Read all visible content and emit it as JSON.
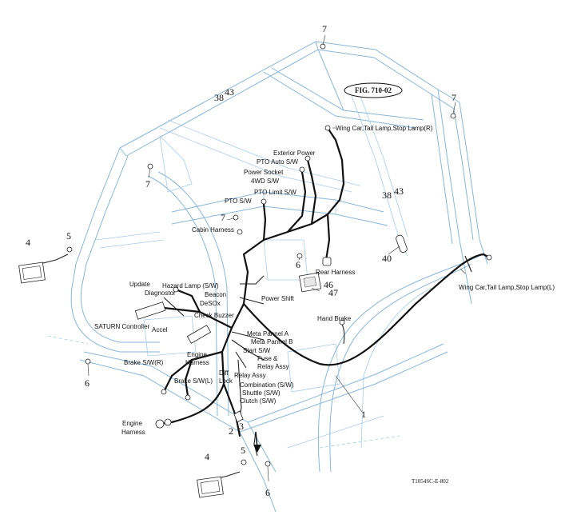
{
  "figure": {
    "title": "FIG. 710-02",
    "code": "T1054SC-E-802"
  },
  "callouts": {
    "c1": "1",
    "c2": "2",
    "c3": "3",
    "c4a": "4",
    "c4b": "4",
    "c5a": "5",
    "c5b": "5",
    "c6a": "6",
    "c6b": "6",
    "c6c": "6",
    "c7a": "7",
    "c7b": "7",
    "c7c": "7",
    "c7d": "7",
    "c38a": "38",
    "c38b": "38",
    "c40": "40",
    "c43a": "43",
    "c43b": "43",
    "c46": "46",
    "c47": "47"
  },
  "labels": {
    "wing_r": "Wing Car,Tail Lamp,Stop Lamp(R)",
    "wing_l": "Wing Car,Tail Lamp,Stop Lamp(L)",
    "exterior_power": "Exterior Power",
    "pto_auto": "PTO Auto S/W",
    "power_socket": "Power Socket",
    "wd4": "4WD S/W",
    "pto_limit": "PTO Limit S/W",
    "pto_sw": "PTO S/W",
    "cabin_harness": "Cabin Harness",
    "rear_harness": "Rear Harness",
    "update": "Update",
    "hazard": "Hazard Lamp (S/W)",
    "diagnostor": "Diagnostor",
    "beacon": "Beacon",
    "desox": "DeSOx",
    "power_shift": "Power Shift",
    "check_buzzer": "Check Buzzer",
    "saturn": "SATURN Controller",
    "accel": "Accel",
    "hand_brake": "Hand Brake",
    "meta_a": "Meta Pannel A",
    "meta_b": "Meta Pannel B",
    "start_sw": "Start S/W",
    "fuse_1": "Fuse &",
    "fuse_2": "Relay Assy",
    "engine_harness_1": "Engine",
    "engine_harness_2": "Harness",
    "diff_1": "Diff",
    "diff_2": "Lock",
    "relay_assy": "Relay Assy",
    "combination": "Combination (S/W)",
    "shuttle": "Shuttle (S/W)",
    "clutch": "Clutch (S/W)",
    "brake_r": "Brake S/W(R)",
    "brake_l": "Brake S/W(L)",
    "engine_harness_b1": "Engine",
    "engine_harness_b2": "Harness"
  },
  "colors": {
    "cab_line": "#8ab6da",
    "harness": "#111111"
  }
}
